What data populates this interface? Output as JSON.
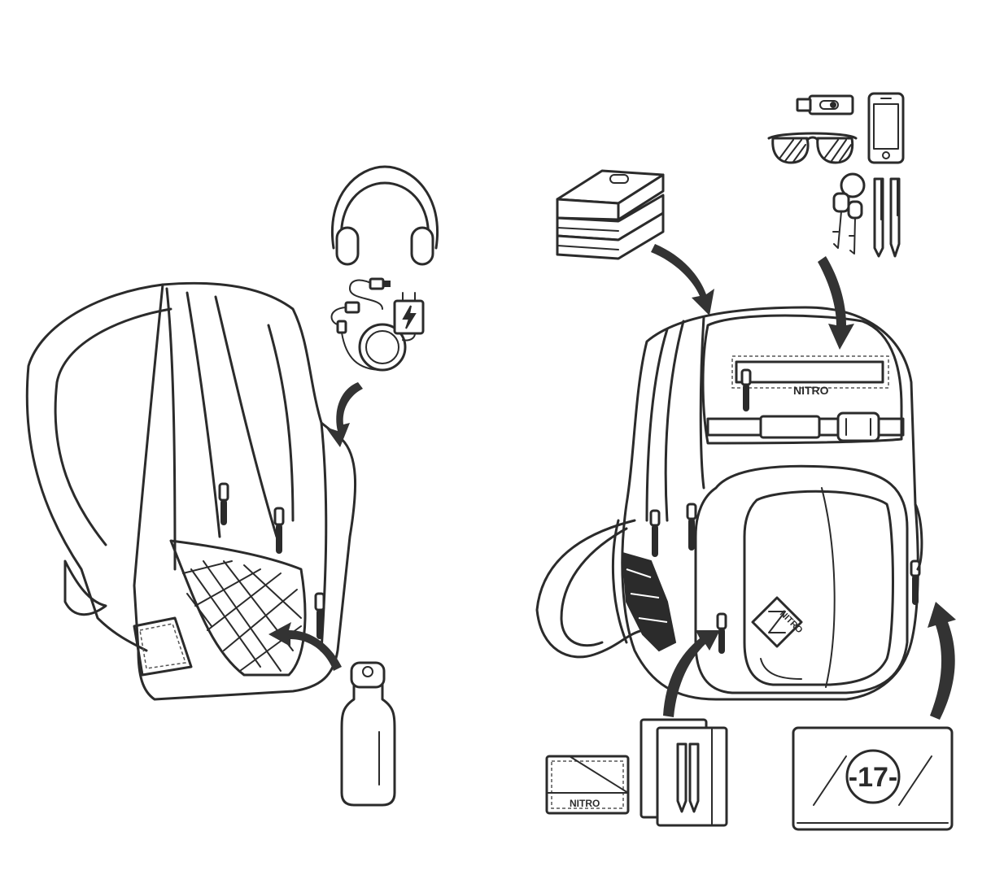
{
  "brand": {
    "logo_front": "NITRO",
    "logo_side": "NITRO",
    "logo_wallet": "NITRO"
  },
  "laptop": {
    "size_label": "-17-"
  },
  "icons": {
    "headphones": "headphones-icon",
    "cables": "charging-cable-icon",
    "bottle": "water-bottle-icon",
    "books": "books-icon",
    "usb": "usb-stick-icon",
    "phone": "smartphone-icon",
    "sunglasses": "sunglasses-icon",
    "keys": "keys-icon",
    "pens": "pens-icon",
    "wallet": "wallet-icon",
    "notebook": "notebook-icon",
    "laptop": "laptop-icon"
  },
  "colors": {
    "line": "#2b2b2b",
    "arrow": "#333333",
    "background": "#ffffff"
  }
}
